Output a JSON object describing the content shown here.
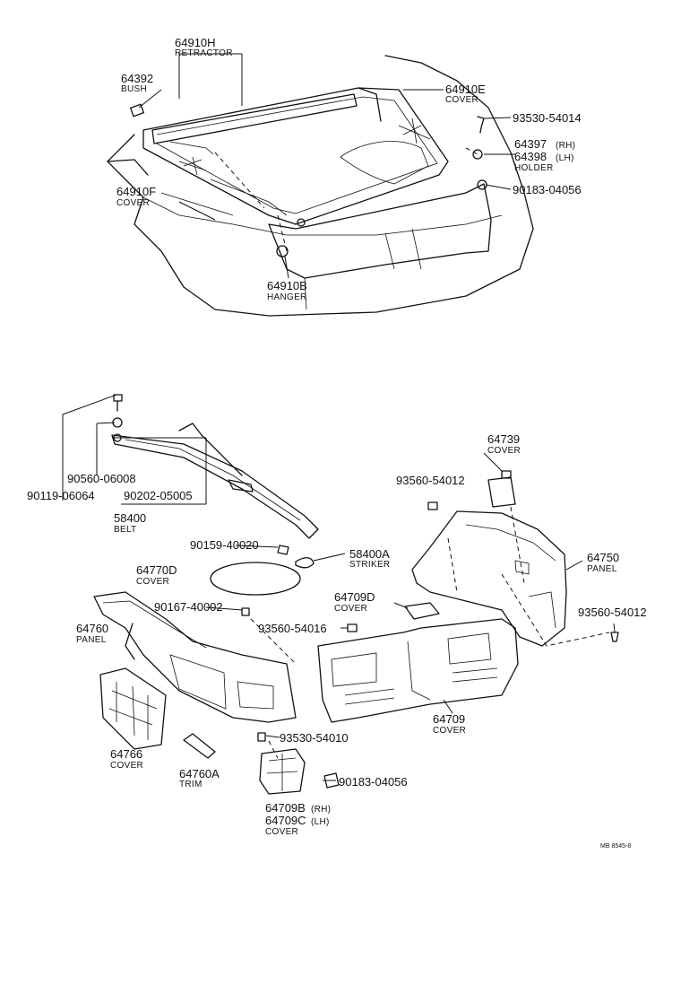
{
  "figure_ref": "MB  8545-8",
  "callouts": [
    {
      "id": "64910H",
      "number": "64910H",
      "name": "RETRACTOR"
    },
    {
      "id": "64392",
      "number": "64392",
      "name": "BUSH"
    },
    {
      "id": "64910E",
      "number": "64910E",
      "name": "COVER"
    },
    {
      "id": "93530-54014",
      "number": "93530-54014",
      "name": ""
    },
    {
      "id": "64397",
      "number": "64397",
      "name": "(RH)"
    },
    {
      "id": "64398",
      "number": "64398",
      "name": "(LH)"
    },
    {
      "id": "holder",
      "number": "",
      "name": "HOLDER"
    },
    {
      "id": "90183-04056a",
      "number": "90183-04056",
      "name": ""
    },
    {
      "id": "64910F",
      "number": "64910F",
      "name": "COVER"
    },
    {
      "id": "64910B",
      "number": "64910B",
      "name": "HANGER"
    },
    {
      "id": "90560-06008",
      "number": "90560-06008",
      "name": ""
    },
    {
      "id": "90119-06064",
      "number": "90119-06064",
      "name": ""
    },
    {
      "id": "90202-05005",
      "number": "90202-05005",
      "name": ""
    },
    {
      "id": "58400",
      "number": "58400",
      "name": "BELT"
    },
    {
      "id": "64739",
      "number": "64739",
      "name": "COVER"
    },
    {
      "id": "93560-54012a",
      "number": "93560-54012",
      "name": ""
    },
    {
      "id": "90159-40020",
      "number": "90159-40020",
      "name": ""
    },
    {
      "id": "58400A",
      "number": "58400A",
      "name": "STRIKER"
    },
    {
      "id": "64750",
      "number": "64750",
      "name": "PANEL"
    },
    {
      "id": "64770D",
      "number": "64770D",
      "name": "COVER"
    },
    {
      "id": "64709D",
      "number": "64709D",
      "name": "COVER"
    },
    {
      "id": "90167-40002",
      "number": "90167-40002",
      "name": ""
    },
    {
      "id": "93560-54016",
      "number": "93560-54016",
      "name": ""
    },
    {
      "id": "93560-54012b",
      "number": "93560-54012",
      "name": ""
    },
    {
      "id": "64760",
      "number": "64760",
      "name": "PANEL"
    },
    {
      "id": "64709",
      "number": "64709",
      "name": "COVER"
    },
    {
      "id": "64766",
      "number": "64766",
      "name": "COVER"
    },
    {
      "id": "93530-54010",
      "number": "93530-54010",
      "name": ""
    },
    {
      "id": "64760A",
      "number": "64760A",
      "name": "TRIM"
    },
    {
      "id": "90183-04056b",
      "number": "90183-04056",
      "name": ""
    },
    {
      "id": "64709B",
      "number": "64709B",
      "name": "(RH)"
    },
    {
      "id": "64709C",
      "number": "64709C",
      "name": "(LH)"
    },
    {
      "id": "cover-bottom",
      "number": "",
      "name": "COVER"
    }
  ]
}
